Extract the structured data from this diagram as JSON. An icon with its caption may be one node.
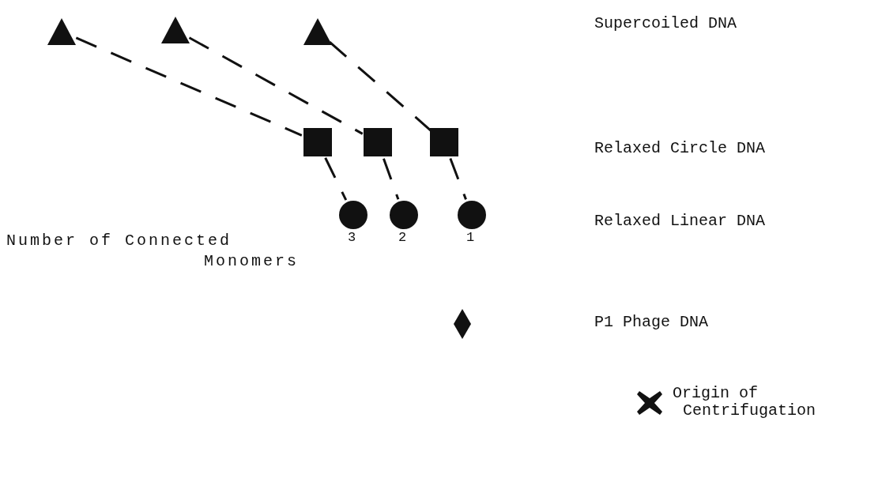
{
  "diagram": {
    "nodes": [
      {
        "text": [],
        "shape": "triangle"
      },
      {
        "text": [],
        "shape": "triangle"
      },
      {
        "text": [],
        "shape": "triangle"
      },
      {
        "text": [],
        "shape": "box"
      },
      {
        "text": [],
        "shape": "box"
      },
      {
        "text": [],
        "shape": "box"
      },
      {
        "text": [],
        "shape": "circle",
        "beside": [
          "3"
        ]
      },
      {
        "text": [],
        "shape": "circle",
        "beside": [
          "2"
        ]
      },
      {
        "text": [],
        "shape": "circle",
        "beside": [
          "1"
        ]
      },
      {
        "text": [],
        "shape": "diamond"
      },
      {
        "text": [],
        "shape": "cross",
        "beside": [
          "Origin of Centrifugation"
        ]
      }
    ],
    "edges": [
      {
        "from": 0,
        "to": 3,
        "arrow": "none",
        "style": "dashed"
      },
      {
        "from": 1,
        "to": 4,
        "arrow": "none",
        "style": "dashed"
      },
      {
        "from": 2,
        "to": 5,
        "arrow": "none",
        "style": "dashed"
      },
      {
        "from": 3,
        "to": 6,
        "arrow": "none",
        "style": "dashed"
      },
      {
        "from": 4,
        "to": 7,
        "arrow": "none",
        "style": "dashed"
      },
      {
        "from": 5,
        "to": 8,
        "arrow": "none",
        "style": "dashed"
      }
    ],
    "labels": [
      "Supercoiled DNA",
      "Relaxed Circle DNA",
      "Relaxed Linear DNA",
      "Number of Connected Monomers",
      "P1 Phage DNA"
    ]
  }
}
